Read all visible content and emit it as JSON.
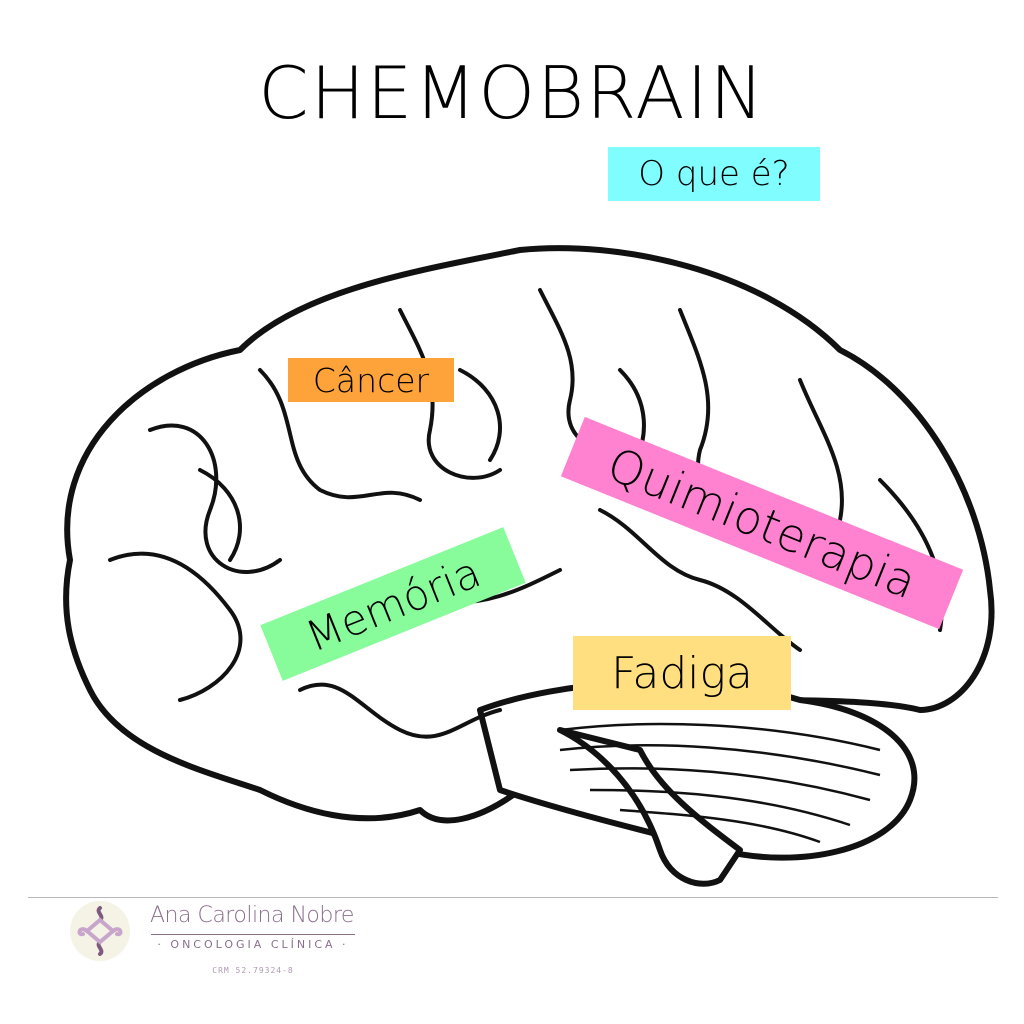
{
  "header": {
    "title": "CHEMOBRAIN",
    "subtitle": "O que é?"
  },
  "illustration": {
    "subject": "brain-lateral-view-engraving",
    "labels": [
      {
        "text": "Câncer",
        "color": "#FEA33A"
      },
      {
        "text": "Quimioterapia",
        "color": "#FF82D1"
      },
      {
        "text": "Memória",
        "color": "#88FB9B"
      },
      {
        "text": "Fadiga",
        "color": "#FFDF80"
      }
    ]
  },
  "footer": {
    "logo_icon": "infinity-ribbons-icon",
    "name": "Ana Carolina Nobre",
    "specialty": "· ONCOLOGIA CLÍNICA ·",
    "crm": "CRM 52.79324-8"
  },
  "colors": {
    "subtitle_bg": "#80FDFE",
    "brand_purple": "#8A6F8C"
  }
}
